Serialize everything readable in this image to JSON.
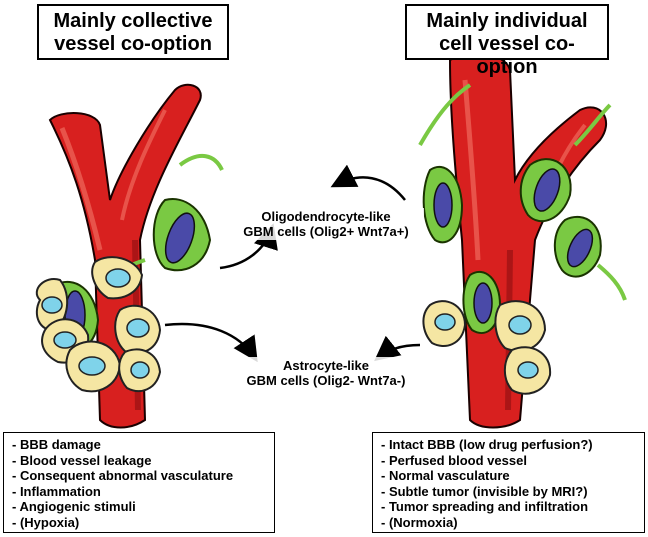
{
  "left_panel": {
    "title_line1": "Mainly collective",
    "title_line2": "vessel co-option",
    "features": [
      "- BBB damage",
      "- Blood vessel leakage",
      "- Consequent abnormal vasculature",
      "- Inflammation",
      "- Angiogenic stimuli",
      "- (Hypoxia)"
    ]
  },
  "right_panel": {
    "title_line1": "Mainly individual",
    "title_line2": "cell vessel co-option",
    "features": [
      "- Intact BBB (low drug perfusion?)",
      "- Perfused blood vessel",
      "- Normal vasculature",
      "- Subtle tumor (invisible by MRI?)",
      "- Tumor spreading and infiltration",
      "- (Normoxia)"
    ]
  },
  "center_labels": {
    "oligodendrocyte_line1": "Oligodendrocyte-like",
    "oligodendrocyte_line2": "GBM cells (Olig2+ Wnt7a+)",
    "astrocyte_line1": "Astrocyte-like",
    "astrocyte_line2": "GBM cells (Olig2- Wnt7a-)"
  },
  "colors": {
    "vessel": "#d8201f",
    "vessel_dark": "#8e0f10",
    "oligo_cell": "#7ac943",
    "oligo_nucleus": "#4a4aa8",
    "astro_cell": "#f5e6a3",
    "astro_nucleus": "#7fd3ea"
  }
}
